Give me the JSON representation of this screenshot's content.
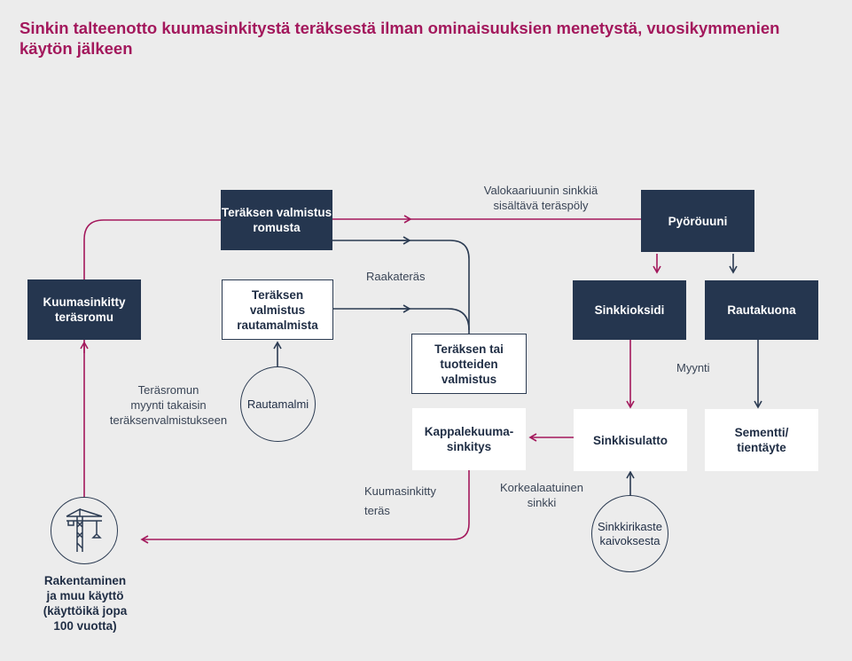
{
  "title": "Sinkin talteenotto kuumasinkitystä teräksestä ilman ominaisuuksien menetystä, vuosikymmenien käytön jälkeen",
  "nodes": {
    "steel_from_scrap": "Teräksen valmistus romusta",
    "steel_from_ore": "Teräksen valmistus rautamalmista",
    "galvanized_scrap": "Kuumasinkitty teräsromu",
    "steel_products": "Teräksen tai tuotteiden valmistus",
    "batch_galvanizing": "Kappalekuuma-\nsinkitys",
    "rotary_kiln": "Pyöröuuni",
    "zinc_oxide": "Sinkkioksidi",
    "iron_slag": "Rautakuona",
    "zinc_smelter": "Sinkkisulatto",
    "cement": "Sementti/\ntientäyte",
    "iron_ore": "Rautamalmi",
    "zinc_ore": "Sinkkirikaste\nkaivoksesta",
    "construction": "Rakentaminen\nja muu käyttö\n(käyttöikä jopa\n100 vuotta)"
  },
  "labels": {
    "eaf_dust": "Valokaariuunin sinkkiä\nsisältävä teräspöly",
    "crude_steel": "Raakateräs",
    "sales": "Myynti",
    "scrap_resale": "Teräsromun\nmyynti takaisin\nteräksenvalmistukseen",
    "galvanized_steel": "Kuumasinkitty\nteräs",
    "high_quality_zinc": "Korkealaatuinen\nsinkki"
  },
  "colors": {
    "accent": "#a3185c",
    "dark": "#25364f",
    "background": "#ececec"
  },
  "icons": {
    "construction": "crane-icon"
  }
}
